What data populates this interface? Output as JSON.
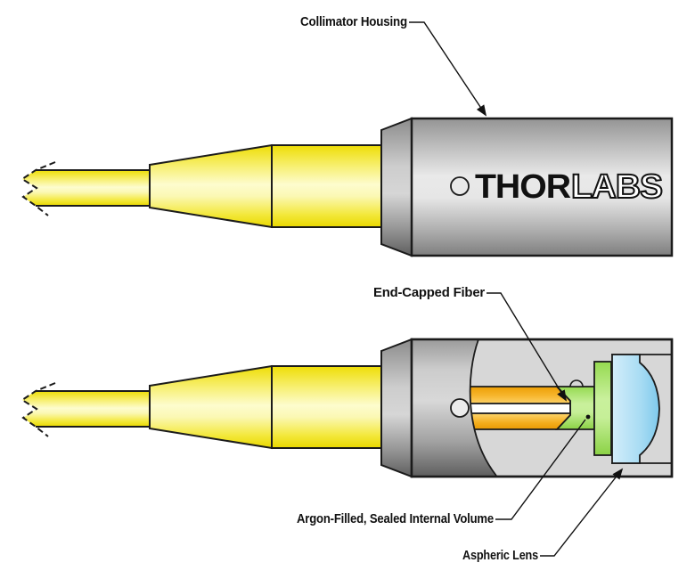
{
  "diagram": {
    "labels": {
      "collimator_housing": "Collimator Housing",
      "end_capped_fiber": "End-Capped Fiber",
      "argon_volume": "Argon-Filled, Sealed Internal Volume",
      "aspheric_lens": "Aspheric Lens"
    },
    "logo": {
      "solid": "THOR",
      "outline": "LABS"
    },
    "colors": {
      "fiber_jacket_yellow": "#f2e412",
      "ferrule_orange": "#f6b42a",
      "argon_green": "#a9e46e",
      "lens_blue": "#a8dcf3",
      "housing_gray": "#c9c9c9",
      "cut_face_gray": "#d7d7d7",
      "outline_black": "#1b1b1b",
      "background": "#ffffff"
    }
  }
}
